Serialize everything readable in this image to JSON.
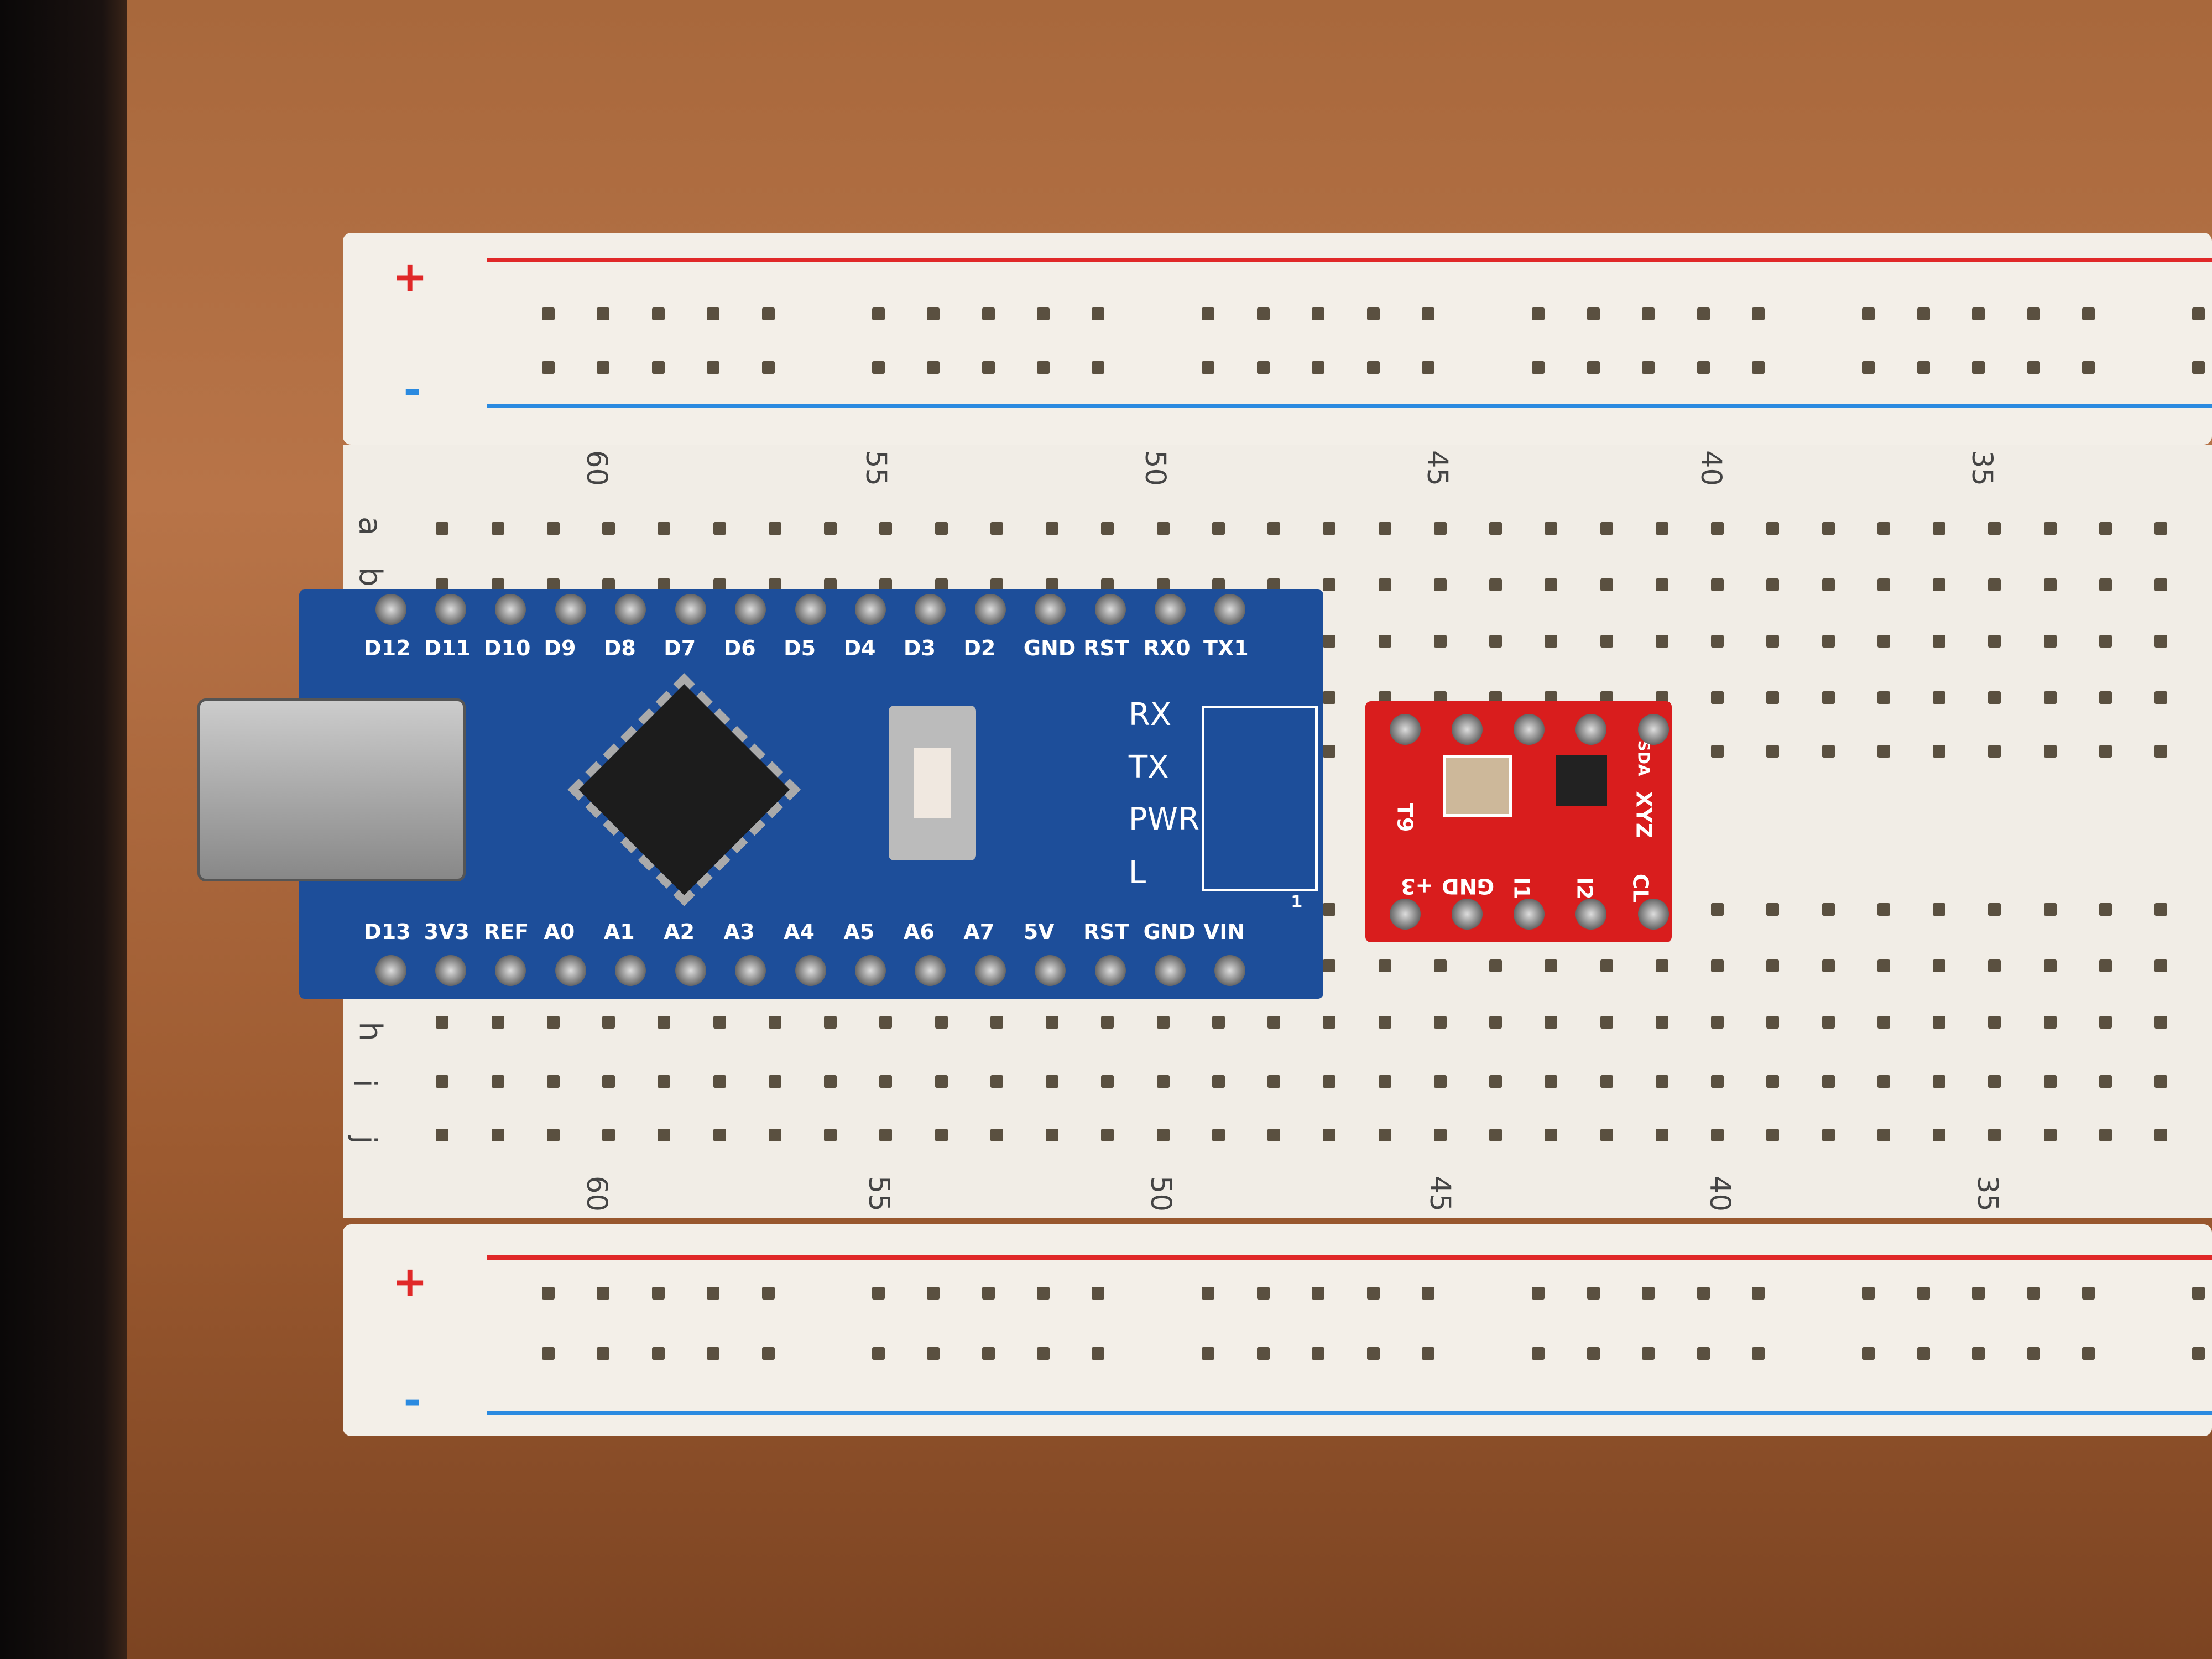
{
  "breadboard": {
    "rail_signs": {
      "plus": "+",
      "minus": "-"
    },
    "column_numbers": [
      "60",
      "55",
      "50",
      "45",
      "40",
      "35"
    ],
    "row_letters": [
      "a",
      "b",
      "h",
      "i",
      "j"
    ],
    "colors": {
      "red_rail": "#e02828",
      "blue_rail": "#2a8ae0"
    }
  },
  "nano": {
    "top_pins": [
      "D12",
      "D11",
      "D10",
      "D9",
      "D8",
      "D7",
      "D6",
      "D5",
      "D4",
      "D3",
      "D2",
      "GND",
      "RST",
      "RX0",
      "TX1"
    ],
    "bottom_pins": [
      "D13",
      "3V3",
      "REF",
      "A0",
      "A1",
      "A2",
      "A3",
      "A4",
      "A5",
      "A6",
      "A7",
      "5V",
      "RST",
      "GND",
      "VIN"
    ],
    "leds": [
      "RX",
      "TX",
      "PWR",
      "L"
    ],
    "header_pin1": "1",
    "color": "#1d4e9a"
  },
  "sensor": {
    "labels": {
      "t9": "T9",
      "gnd": "GND",
      "plus3": "+3",
      "i1": "I1",
      "i2": "I2",
      "cl": "CL",
      "axes": "XYZ",
      "sda": "SDA"
    },
    "color": "#d91d1d"
  }
}
